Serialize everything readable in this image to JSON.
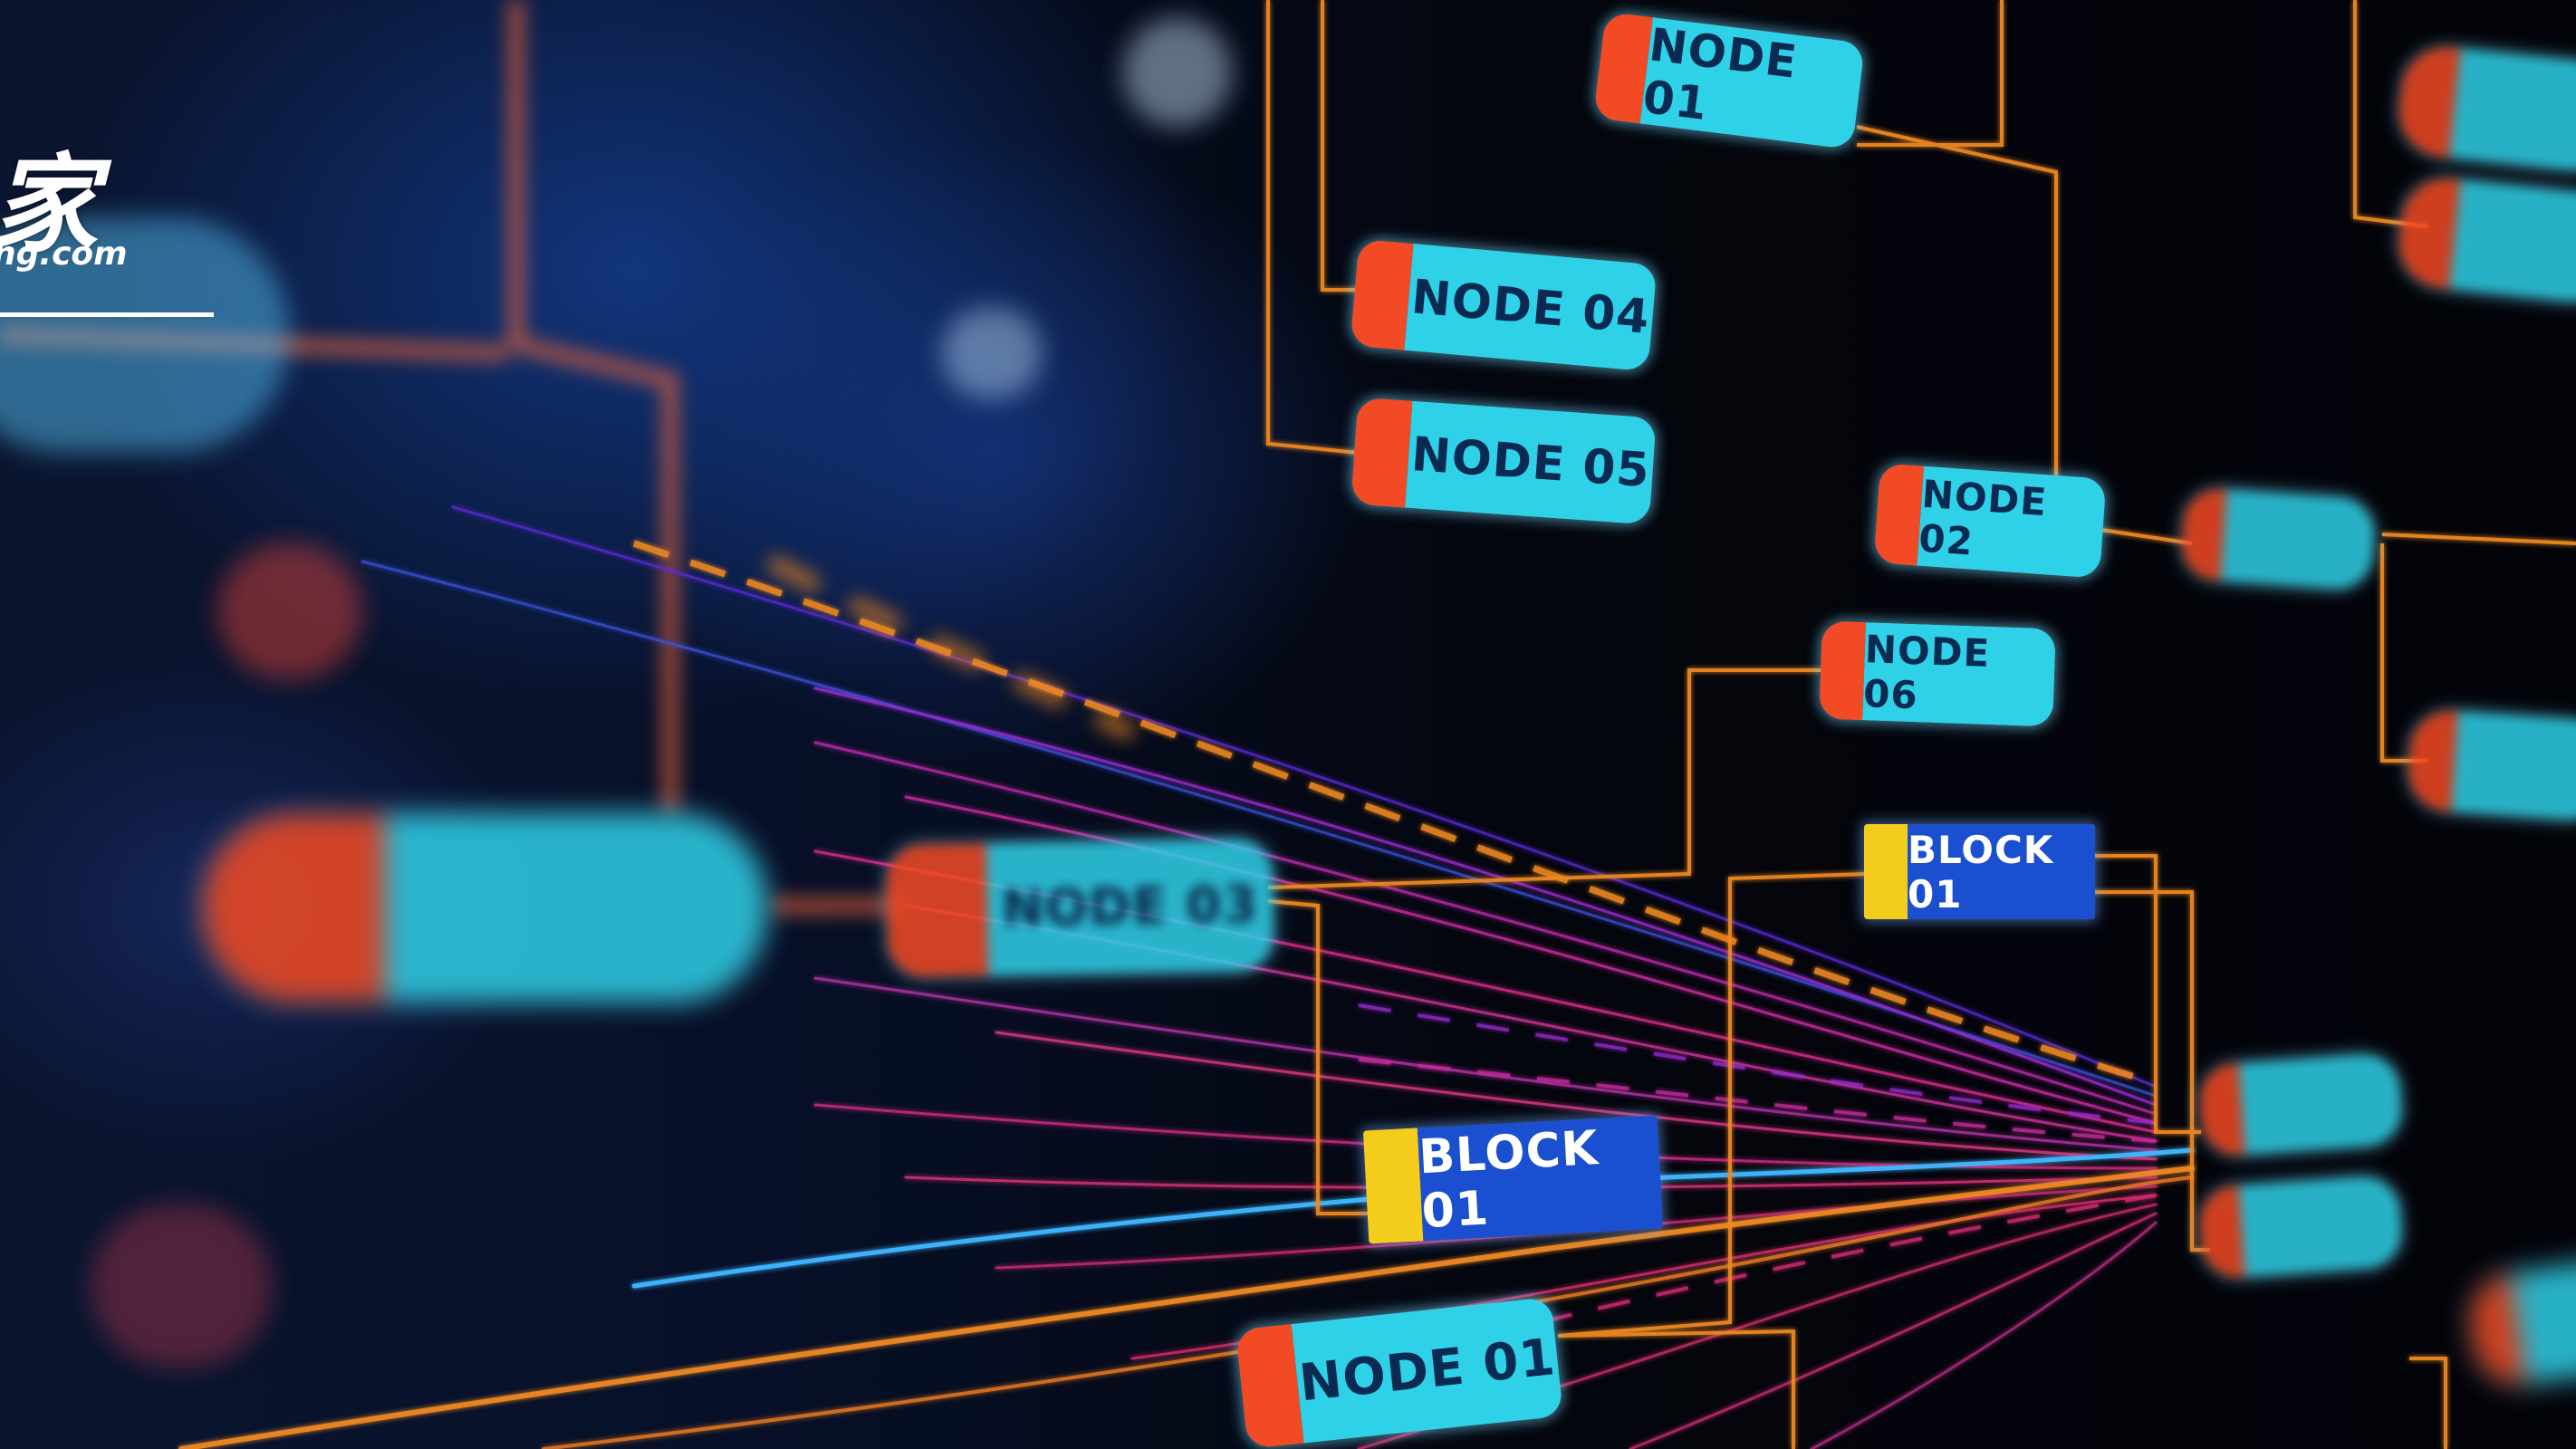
{
  "watermark": {
    "glyph": "家",
    "domain": "ng.com"
  },
  "nodes": {
    "node_01_top": "NODE 01",
    "node_04": "NODE 04",
    "node_05": "NODE 05",
    "node_02": "NODE 02",
    "node_06": "NODE 06",
    "node_03": "NODE 03",
    "block_01_right": "BLOCK 01",
    "block_01_center": "BLOCK 01",
    "node_01_bottom": "NODE 01"
  },
  "colors": {
    "background": "#05070f",
    "node_body": "#2fd1e8",
    "node_cap": "#f24a24",
    "block_body": "#1a4fcf",
    "block_cap": "#f3cc1c",
    "wire_orange": "#f08a24",
    "wire_magenta": "#c02a9a",
    "wire_cyan": "#3fb6ff"
  }
}
